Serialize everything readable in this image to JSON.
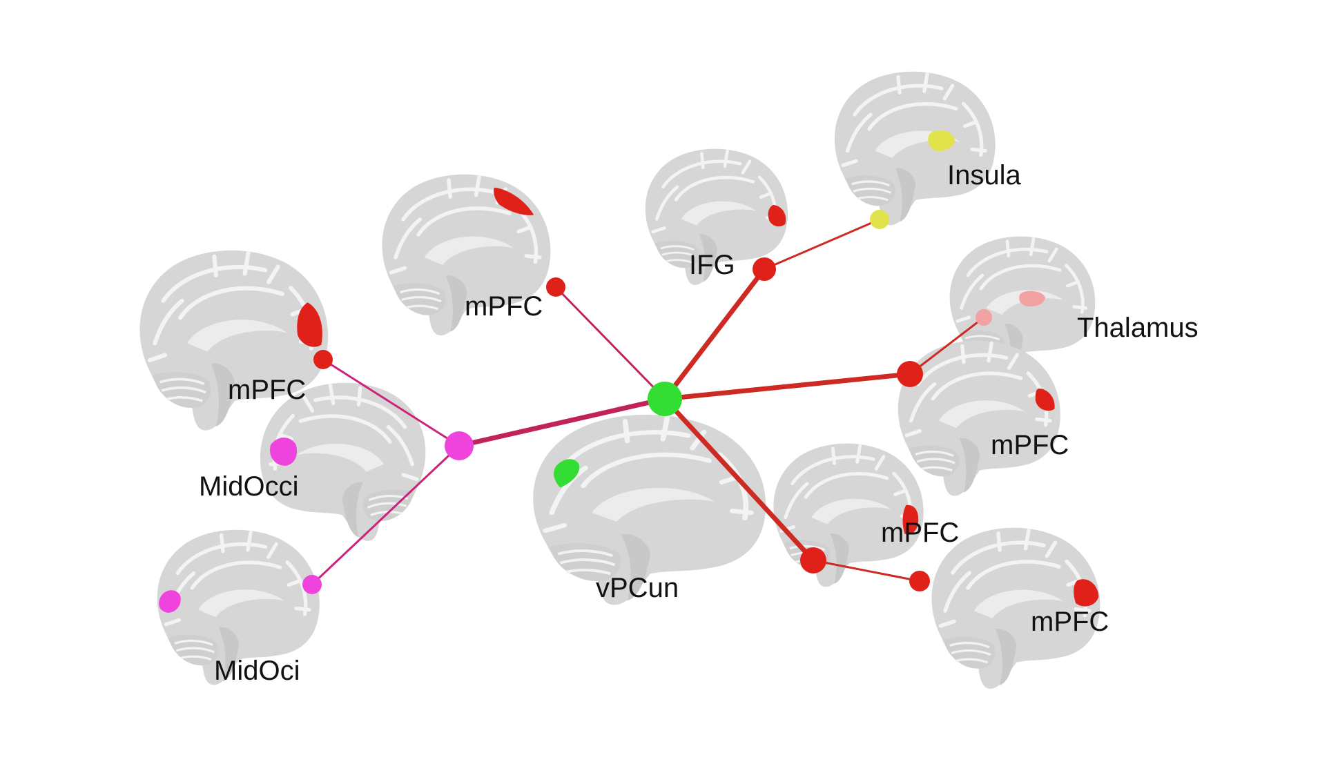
{
  "colors": {
    "hub": "#33dd33",
    "red": "#e0211a",
    "magenta": "#ee44dd",
    "yellow": "#e1e34a",
    "pink": "#f2a2a2",
    "edge_red": "#cc2a22",
    "edge_magenta": "#cc2277",
    "edge_mixed": "#c0235a",
    "brain": "#d6d6d6"
  },
  "labels": {
    "vpcun": "vPCun",
    "mpfc_top": "mPFC",
    "mpfc_left": "mPFC",
    "midocci": "MidOcci",
    "midoci": "MidOci",
    "ifg": "IFG",
    "insula": "Insula",
    "thalamus": "Thalamus",
    "mpfc_right": "mPFC",
    "mpfc_lower": "mPFC",
    "mpfc_bottom": "mPFC"
  },
  "brains": [
    {
      "id": "brain-mpfc-top",
      "highlight": "frontal",
      "color": "red"
    },
    {
      "id": "brain-mpfc-left",
      "highlight": "frontal",
      "color": "red"
    },
    {
      "id": "brain-midocci",
      "highlight": "occipital",
      "color": "magenta"
    },
    {
      "id": "brain-midoci",
      "highlight": "occipital",
      "color": "magenta"
    },
    {
      "id": "brain-vpcun",
      "highlight": "precuneus",
      "color": "hub"
    },
    {
      "id": "brain-ifg",
      "highlight": "frontal-lower",
      "color": "red"
    },
    {
      "id": "brain-insula",
      "highlight": "insula",
      "color": "yellow"
    },
    {
      "id": "brain-thalamus",
      "highlight": "thalamus",
      "color": "pink"
    },
    {
      "id": "brain-mpfc-right",
      "highlight": "frontal",
      "color": "red"
    },
    {
      "id": "brain-mpfc-lower",
      "highlight": "frontal-lower",
      "color": "red"
    },
    {
      "id": "brain-mpfc-bottom",
      "highlight": "frontal",
      "color": "red"
    }
  ]
}
